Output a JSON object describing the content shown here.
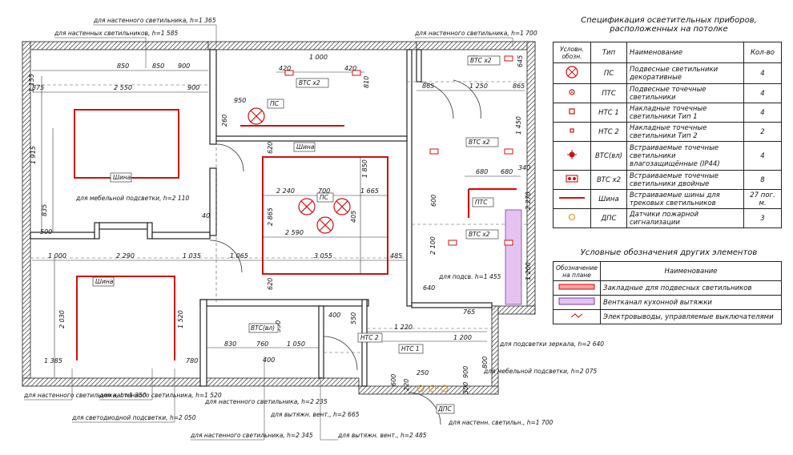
{
  "spec_table": {
    "title_line1": "Спецификация осветительных приборов,",
    "title_line2": "расположенных на потолке",
    "header": {
      "symbol": "Условн. обозн.",
      "type": "Тип",
      "name": "Наименование",
      "qty": "Кол-во"
    },
    "rows": [
      {
        "type": "ПС",
        "name": "Подвесные светильники декоративные",
        "qty": "4"
      },
      {
        "type": "ПТС",
        "name": "Подвесные точечные светильники",
        "qty": "4"
      },
      {
        "type": "НТС 1",
        "name": "Накладные точечные светильники Тип 1",
        "qty": "4"
      },
      {
        "type": "НТС 2",
        "name": "Накладные точечные светильники Тип 2",
        "qty": "2"
      },
      {
        "type": "ВТС(вл)",
        "name": "Встраиваемые точечные светильники влагозащищённые (IP44)",
        "qty": "4"
      },
      {
        "type": "ВТС х2",
        "name": "Встраиваемые точечные светильники двойные",
        "qty": "8"
      },
      {
        "type": "Шина",
        "name": "Встраиваемые шины для трековых светильников",
        "qty": "27 пог. м."
      },
      {
        "type": "ДПС",
        "name": "Датчики пожарной сигнализации",
        "qty": "3"
      }
    ]
  },
  "legend_table": {
    "title": "Условные обозначения других элементов",
    "header": {
      "symbol": "Обозначение на плане",
      "name": "Наименование"
    },
    "rows": [
      {
        "name": "Закладные для подвесных светильников"
      },
      {
        "name": "Вентканал кухонной вытяжки"
      },
      {
        "name": "Электровыводы, управляемые выключателями"
      }
    ]
  },
  "plan": {
    "dims": [
      "850",
      "850",
      "900",
      "1 155",
      "875",
      "2 550",
      "900",
      "1 915",
      "835",
      "1 000",
      "2 290",
      "1 035",
      "1 065",
      "3 055",
      "485",
      "2 030",
      "1 385",
      "1 520",
      "780",
      "420",
      "1 000",
      "420",
      "810",
      "950",
      "260",
      "620",
      "2 240",
      "700",
      "1 665",
      "1 850",
      "2 865",
      "405",
      "2 590",
      "865",
      "1 250",
      "865",
      "680",
      "680",
      "340",
      "2 270",
      "600",
      "2 100",
      "1 200",
      "640",
      "765",
      "550",
      "760",
      "1 050",
      "830",
      "550",
      "400",
      "1 220",
      "1 200",
      "600",
      "250",
      "900",
      "300",
      "800",
      "1 450",
      "500",
      "40",
      "620",
      "645",
      "400",
      "220"
    ],
    "tags": [
      "ВТС х2",
      "ВТС х2",
      "ВТС х2",
      "ВТС х2",
      "ПС",
      "ПС",
      "ПТС",
      "НТС 1",
      "НТС 2",
      "ВТС(вл)",
      "ДПС",
      "Шина",
      "Шина",
      "Шина"
    ],
    "callouts": [
      "для настенного светильника, h=1 365",
      "для настенных светильников, h=1 585",
      "для настенного светильника, h=1 700",
      "для мебельной подсветки, h=2 110",
      "для подсв. h=1 455",
      "для подсветки зеркала, h=2 640",
      "для мебельной подсветки, h=2 075",
      "для настенного светильника, h=1 350",
      "для настенного светильника, h=1 520",
      "для светодиодной подсветки, h=2 050",
      "для настенного светильника, h=2 235",
      "для вытяжн. вент., h=2 665",
      "для настенного светильника, h=2 345",
      "для вытяжн. вент., h=2 485",
      "для настенн. светильн., h=1 700"
    ]
  }
}
